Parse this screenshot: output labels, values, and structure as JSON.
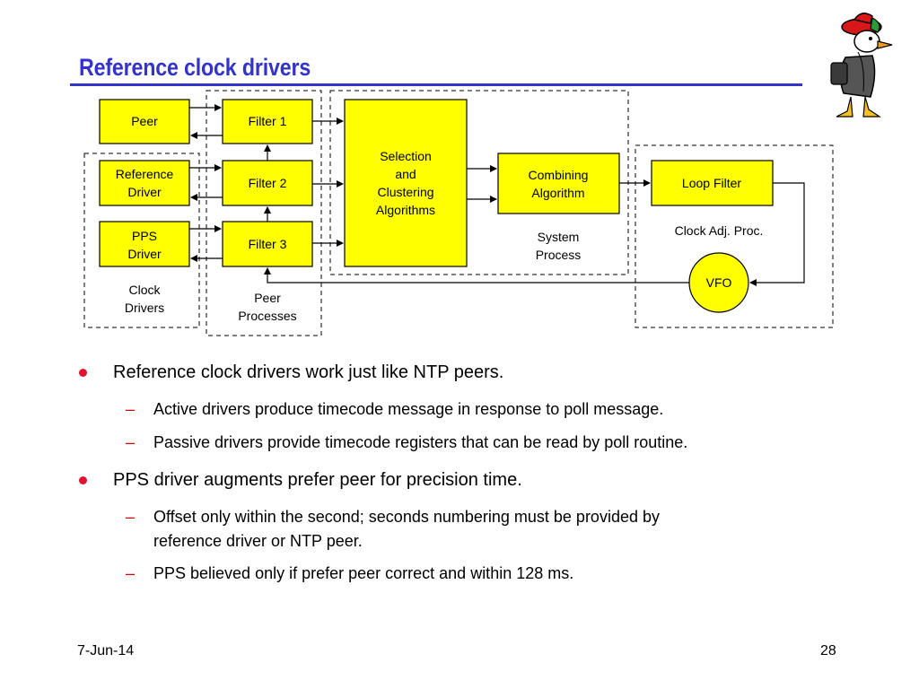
{
  "slide": {
    "title": "Reference clock drivers",
    "date": "7-Jun-14",
    "page_number": "28",
    "accent_color": "#3333cc",
    "bullet_color": "#e0142c",
    "mascot_icon": "duck-mascot-icon"
  },
  "diagram": {
    "peer": "Peer",
    "reference_driver": [
      "Reference",
      "Driver"
    ],
    "pps_driver": [
      "PPS",
      "Driver"
    ],
    "clock_drivers_label": [
      "Clock",
      "Drivers"
    ],
    "filter1": "Filter 1",
    "filter2": "Filter 2",
    "filter3": "Filter 3",
    "peer_processes_label": [
      "Peer",
      "Processes"
    ],
    "selection": [
      "Selection",
      "and",
      "Clustering",
      "Algorithms"
    ],
    "combining": [
      "Combining",
      "Algorithm"
    ],
    "system_process_label": [
      "System",
      "Process"
    ],
    "loop_filter": "Loop Filter",
    "clock_adj_label": "Clock Adj. Proc.",
    "vfo": "VFO",
    "box_fill": "#ffff00"
  },
  "bullets": [
    {
      "text": "Reference clock drivers work just like NTP peers.",
      "subs": [
        [
          "Active drivers produce timecode message in response to poll message."
        ],
        [
          "Passive drivers provide timecode registers that can be read by poll routine."
        ]
      ]
    },
    {
      "text": "PPS driver augments prefer peer for precision time.",
      "subs": [
        [
          "Offset only within the second; seconds numbering must be provided by",
          "reference driver or NTP peer."
        ],
        [
          "PPS believed only if prefer peer correct and within 128 ms."
        ]
      ]
    }
  ]
}
